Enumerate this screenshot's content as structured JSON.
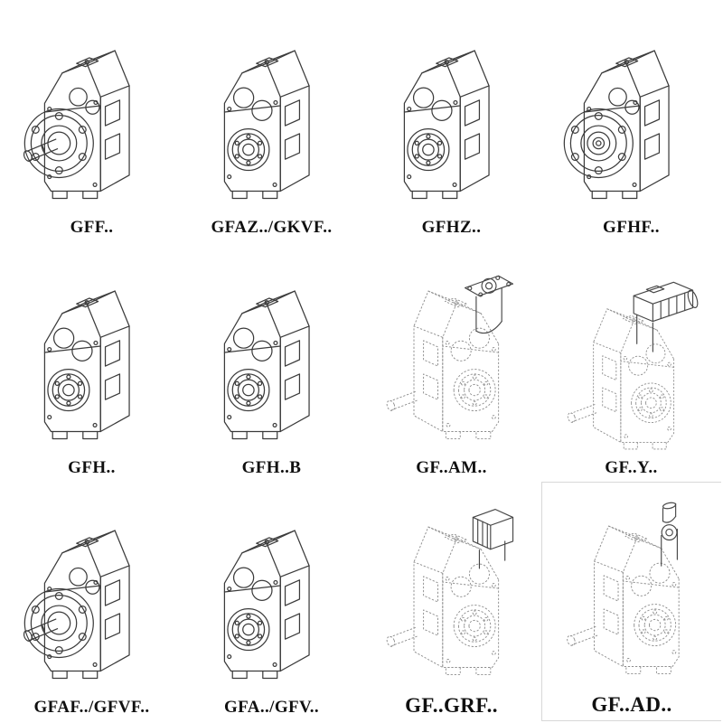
{
  "page": {
    "background": "#ffffff",
    "label_color": "#101010",
    "solid_line_color": "#3b3b3b",
    "phantom_line_color": "#8e8e8e"
  },
  "catalog": {
    "items": [
      {
        "id": "gff",
        "label": "GFF..",
        "symbol": "#sym-flange-shaft",
        "drawing": "flange-gearbox-with-output-shaft"
      },
      {
        "id": "gfaz-gkvf",
        "label": "GFAZ../GKVF..",
        "symbol": "#sym-bore",
        "drawing": "hollow-shaft-gearbox"
      },
      {
        "id": "gfhz",
        "label": "GFHZ..",
        "symbol": "#sym-bore",
        "drawing": "hollow-shaft-gearbox"
      },
      {
        "id": "gfhf",
        "label": "GFHF..",
        "symbol": "#sym-flange-bore",
        "drawing": "flange-gearbox-hollow-bore"
      },
      {
        "id": "gfh",
        "label": "GFH..",
        "symbol": "#sym-bore",
        "drawing": "hollow-shaft-gearbox"
      },
      {
        "id": "gfh-b",
        "label": "GFH..B",
        "symbol": "#sym-bore",
        "drawing": "hollow-shaft-gearbox-backstop"
      },
      {
        "id": "gf-am",
        "label": "GF..AM..",
        "symbol": "#sym-am",
        "drawing": "phantom-gearbox-with-motor-adapter-flange"
      },
      {
        "id": "gf-y",
        "label": "GF..Y..",
        "symbol": "#sym-y",
        "drawing": "phantom-gearbox-with-mounted-motor"
      },
      {
        "id": "gfaf-gfvf",
        "label": "GFAF../GFVF..",
        "symbol": "#sym-flange-shaft",
        "drawing": "flange-gearbox-with-output-shaft"
      },
      {
        "id": "gfa-gfv",
        "label": "GFA../GFV..",
        "symbol": "#sym-bore",
        "drawing": "hollow-shaft-gearbox"
      },
      {
        "id": "gf-grf",
        "label": "GF..GRF..",
        "symbol": "#sym-grf",
        "drawing": "phantom-gearbox-with-input-block"
      },
      {
        "id": "gf-ad",
        "label": "GF..AD..",
        "symbol": "#sym-ad",
        "drawing": "phantom-gearbox-with-input-shaft-adapter"
      }
    ]
  }
}
